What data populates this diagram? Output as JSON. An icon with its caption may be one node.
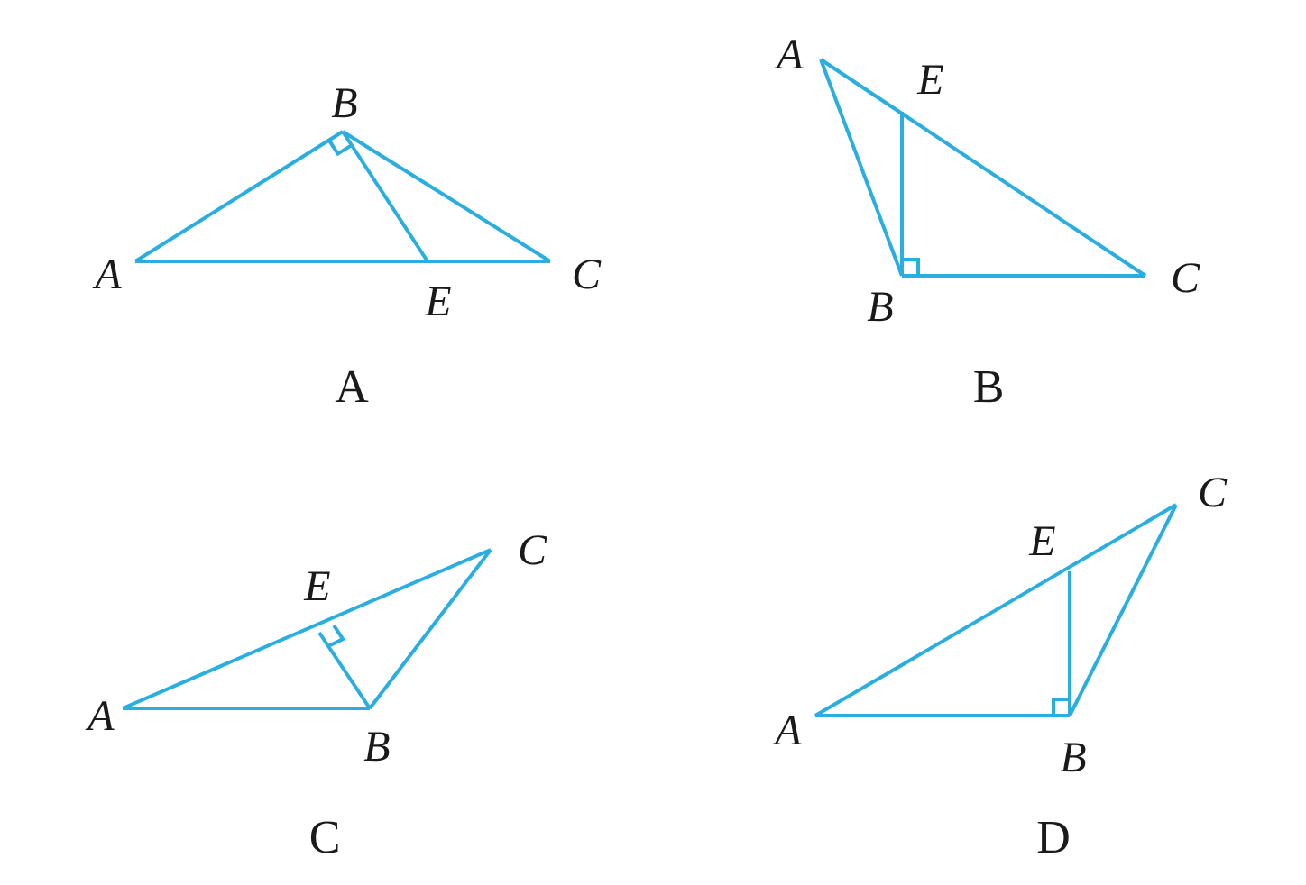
{
  "diagram": {
    "labels": [
      "B",
      "A",
      "E",
      "C",
      "A",
      "A",
      "E",
      "B",
      "C",
      "B",
      "E",
      "C",
      "A",
      "B",
      "C",
      "E",
      "C",
      "A",
      "B",
      "D"
    ]
  }
}
